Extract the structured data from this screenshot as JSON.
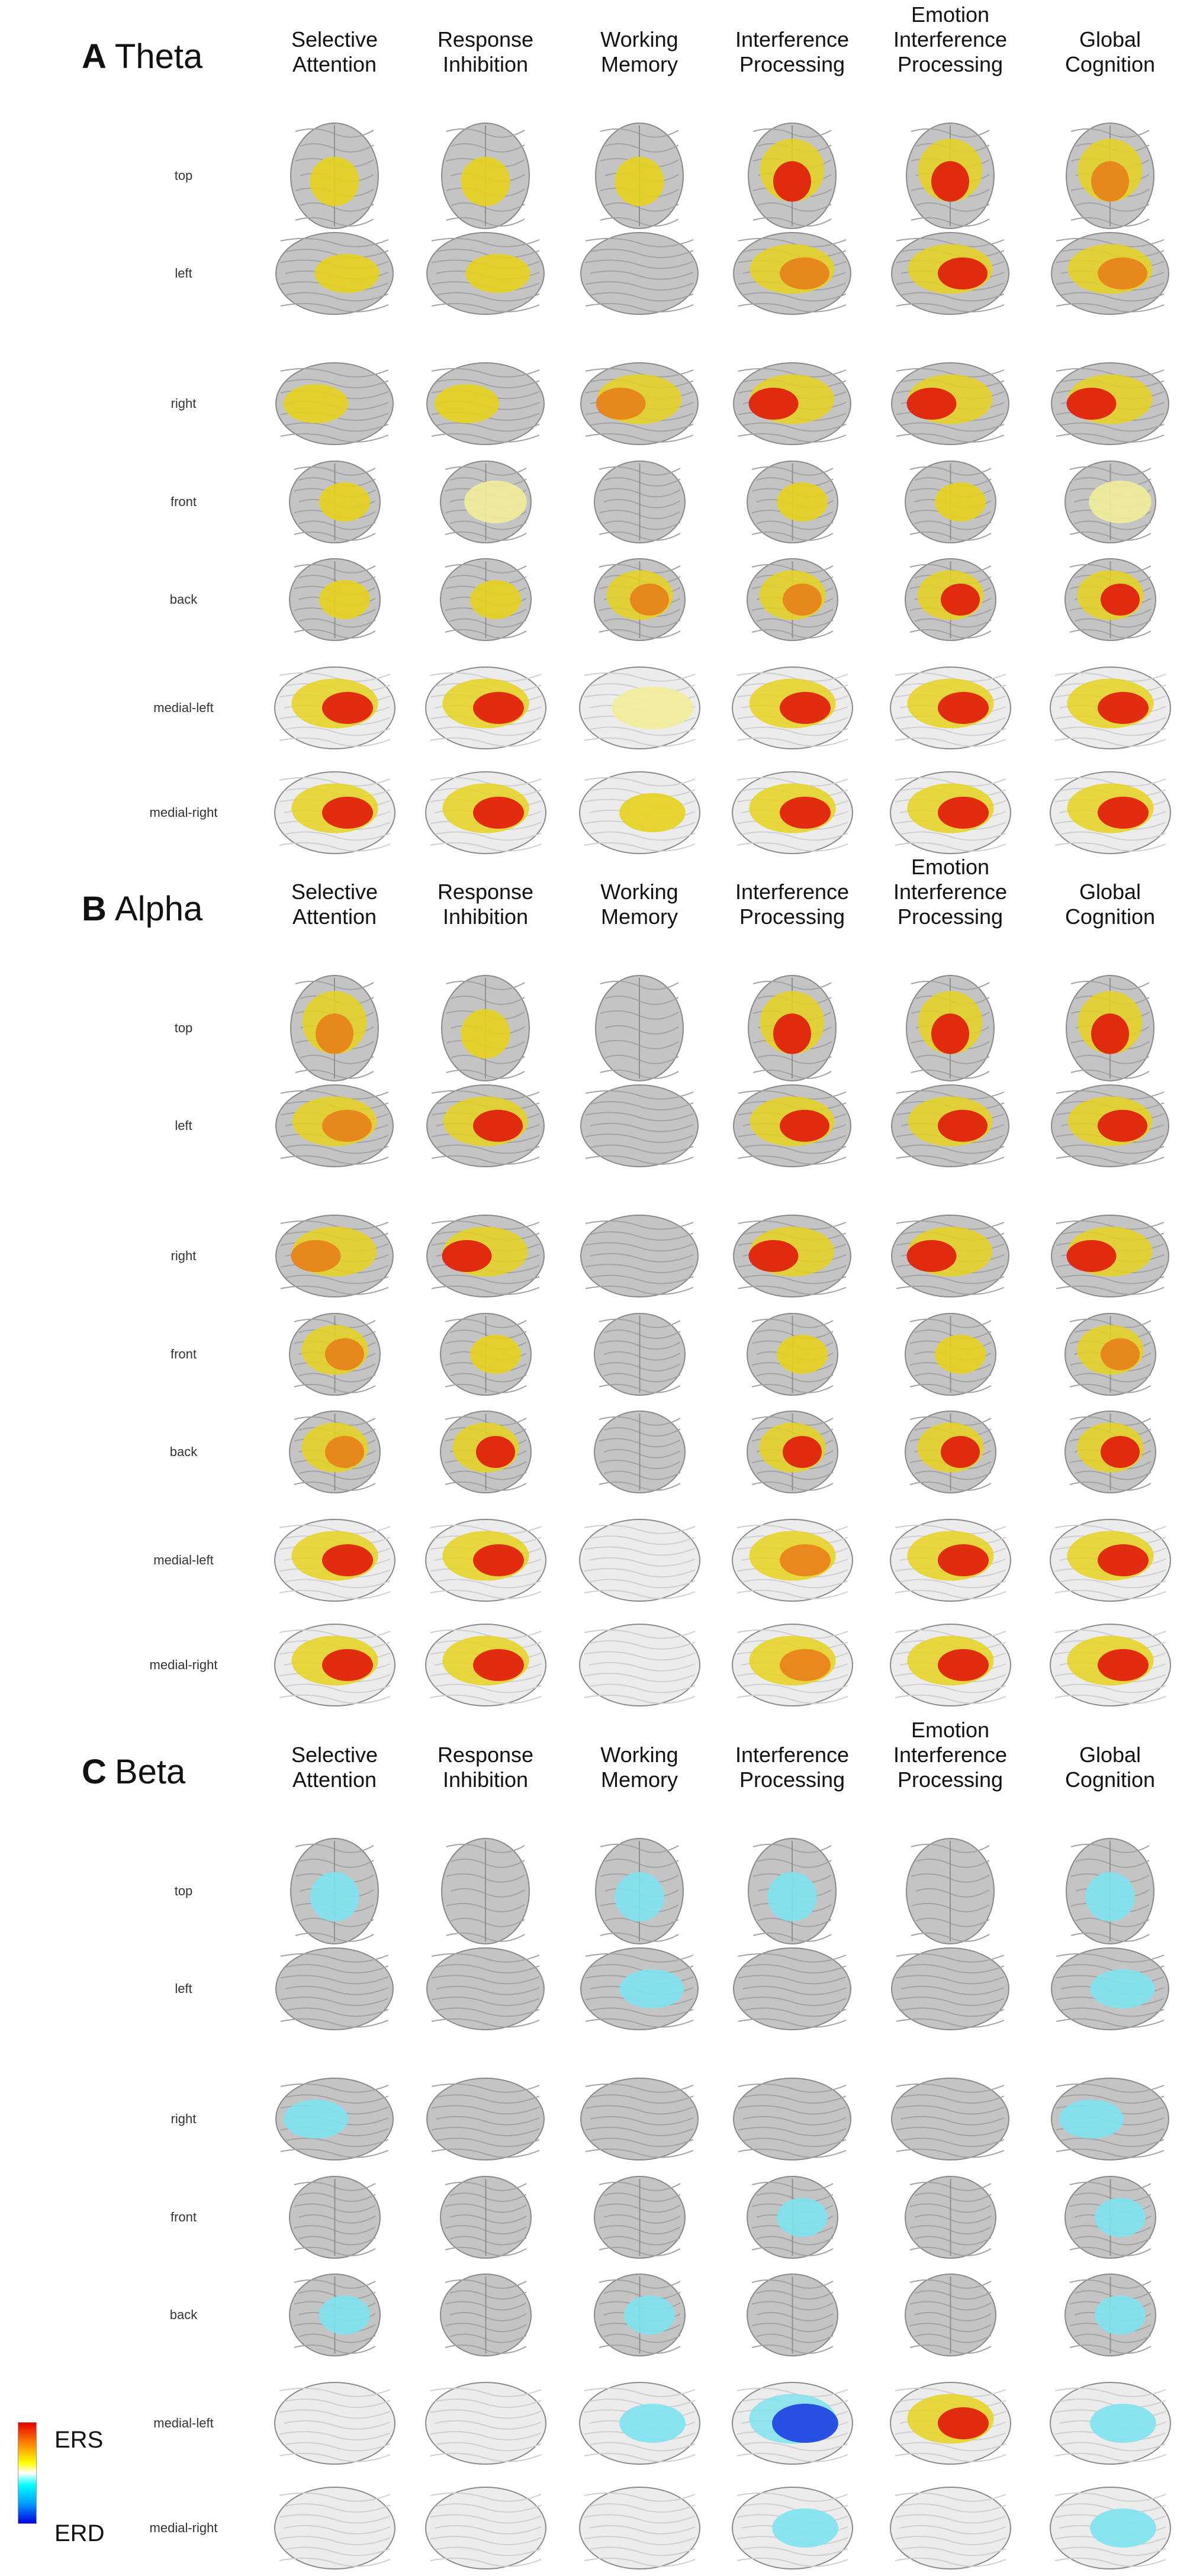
{
  "columns": [
    {
      "line1": "",
      "line2": "Selective",
      "line3": "Attention"
    },
    {
      "line1": "",
      "line2": "Response",
      "line3": "Inhibition"
    },
    {
      "line1": "",
      "line2": "Working",
      "line3": "Memory"
    },
    {
      "line1": "",
      "line2": "Interference",
      "line3": "Processing"
    },
    {
      "line1": "Emotion",
      "line2": "Interference",
      "line3": "Processing"
    },
    {
      "line1": "",
      "line2": "Global",
      "line3": "Cognition"
    }
  ],
  "views": [
    "top",
    "left",
    "right",
    "front",
    "back",
    "medial-left",
    "medial-right"
  ],
  "panels": [
    {
      "letter": "A",
      "name": "Theta"
    },
    {
      "letter": "B",
      "name": "Alpha"
    },
    {
      "letter": "C",
      "name": "Beta"
    }
  ],
  "legend": {
    "top_label": "ERS",
    "bottom_label": "ERD"
  },
  "colors": {
    "cortex": "#c4c4c4",
    "cortex_medial": "#ececec",
    "ers_red": "#e01a0a",
    "ers_orange": "#e8801a",
    "ers_yellow": "#e6d21e",
    "ers_pale": "#f2ee9a",
    "erd_cyan": "#7fe3ef",
    "erd_blue": "#1a3fe0"
  },
  "activation": {
    "note_scale": "0 none, 1 pale yellow, 2 yellow, 3 orange, 4 red (ERS); -1 cyan, -2 blue (ERD)",
    "Theta": [
      [
        2,
        2,
        2,
        4,
        4,
        3
      ],
      [
        2,
        2,
        0,
        3,
        4,
        3
      ],
      [
        2,
        2,
        3,
        4,
        4,
        4
      ],
      [
        2,
        1,
        0,
        2,
        2,
        1
      ],
      [
        2,
        2,
        3,
        3,
        4,
        4
      ],
      [
        4,
        4,
        1,
        4,
        4,
        4
      ],
      [
        4,
        4,
        2,
        4,
        4,
        4
      ]
    ],
    "Alpha": [
      [
        3,
        2,
        0,
        4,
        4,
        4
      ],
      [
        3,
        4,
        0,
        4,
        4,
        4
      ],
      [
        3,
        4,
        0,
        4,
        4,
        4
      ],
      [
        3,
        2,
        0,
        2,
        2,
        3
      ],
      [
        3,
        4,
        0,
        4,
        4,
        4
      ],
      [
        4,
        4,
        0,
        3,
        4,
        4
      ],
      [
        4,
        4,
        0,
        3,
        4,
        4
      ]
    ],
    "Beta": [
      [
        -1,
        0,
        -1,
        -1,
        0,
        -1
      ],
      [
        0,
        0,
        -1,
        0,
        0,
        -1
      ],
      [
        -1,
        0,
        0,
        0,
        0,
        -1
      ],
      [
        0,
        0,
        0,
        -1,
        0,
        -1
      ],
      [
        -1,
        0,
        -1,
        0,
        0,
        -1
      ],
      [
        0,
        0,
        -1,
        -2,
        4,
        -1
      ],
      [
        0,
        0,
        0,
        -1,
        0,
        -1
      ]
    ]
  }
}
